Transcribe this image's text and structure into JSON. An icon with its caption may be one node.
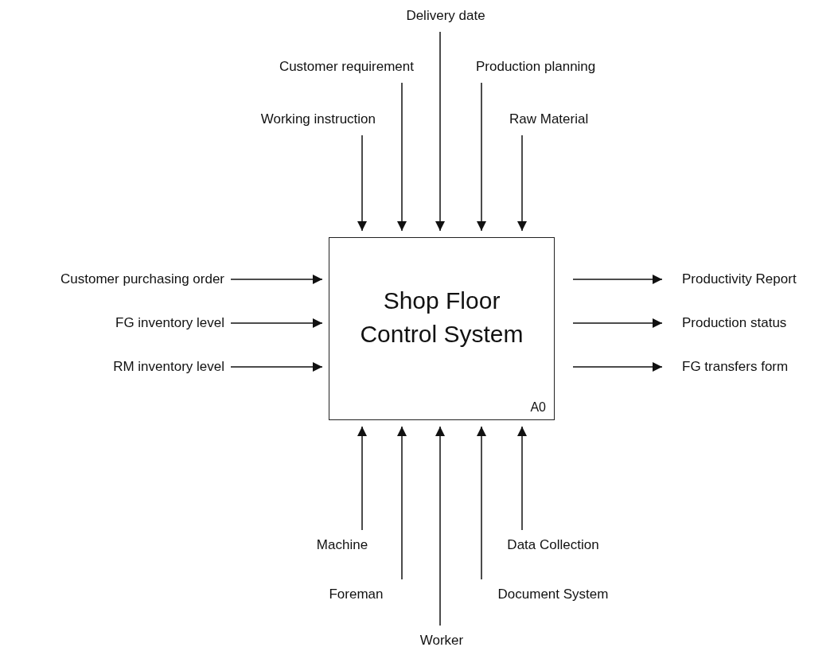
{
  "diagram": {
    "nodes": [
      {
        "text": [
          "Shop Floor Control System",
          "A0"
        ]
      },
      {
        "text": [
          "Delivery date"
        ]
      },
      {
        "text": [
          "Customer requirement"
        ]
      },
      {
        "text": [
          "Production planning"
        ]
      },
      {
        "text": [
          "Working instruction"
        ]
      },
      {
        "text": [
          "Raw Material"
        ]
      },
      {
        "text": [
          "Customer purchasing order"
        ]
      },
      {
        "text": [
          "FG inventory level"
        ]
      },
      {
        "text": [
          "RM inventory level"
        ]
      },
      {
        "text": [
          "Productivity Report"
        ]
      },
      {
        "text": [
          "Production status"
        ]
      },
      {
        "text": [
          "FG transfers form"
        ]
      },
      {
        "text": [
          "Machine"
        ]
      },
      {
        "text": [
          "Data Collection"
        ]
      },
      {
        "text": [
          "Foreman"
        ]
      },
      {
        "text": [
          "Document System"
        ]
      },
      {
        "text": [
          "Worker"
        ]
      }
    ],
    "edges": [
      {
        "from": 4,
        "to": 0,
        "arrow": "to"
      },
      {
        "from": 2,
        "to": 0,
        "arrow": "to"
      },
      {
        "from": 1,
        "to": 0,
        "arrow": "to"
      },
      {
        "from": 3,
        "to": 0,
        "arrow": "to"
      },
      {
        "from": 5,
        "to": 0,
        "arrow": "to"
      },
      {
        "from": 6,
        "to": 0,
        "arrow": "to"
      },
      {
        "from": 7,
        "to": 0,
        "arrow": "to"
      },
      {
        "from": 8,
        "to": 0,
        "arrow": "to"
      },
      {
        "from": 0,
        "to": 9,
        "arrow": "to"
      },
      {
        "from": 0,
        "to": 10,
        "arrow": "to"
      },
      {
        "from": 0,
        "to": 11,
        "arrow": "to"
      },
      {
        "from": 12,
        "to": 0,
        "arrow": "to"
      },
      {
        "from": 14,
        "to": 0,
        "arrow": "to"
      },
      {
        "from": 16,
        "to": 0,
        "arrow": "to"
      },
      {
        "from": 15,
        "to": 0,
        "arrow": "to"
      },
      {
        "from": 13,
        "to": 0,
        "arrow": "to"
      }
    ]
  }
}
